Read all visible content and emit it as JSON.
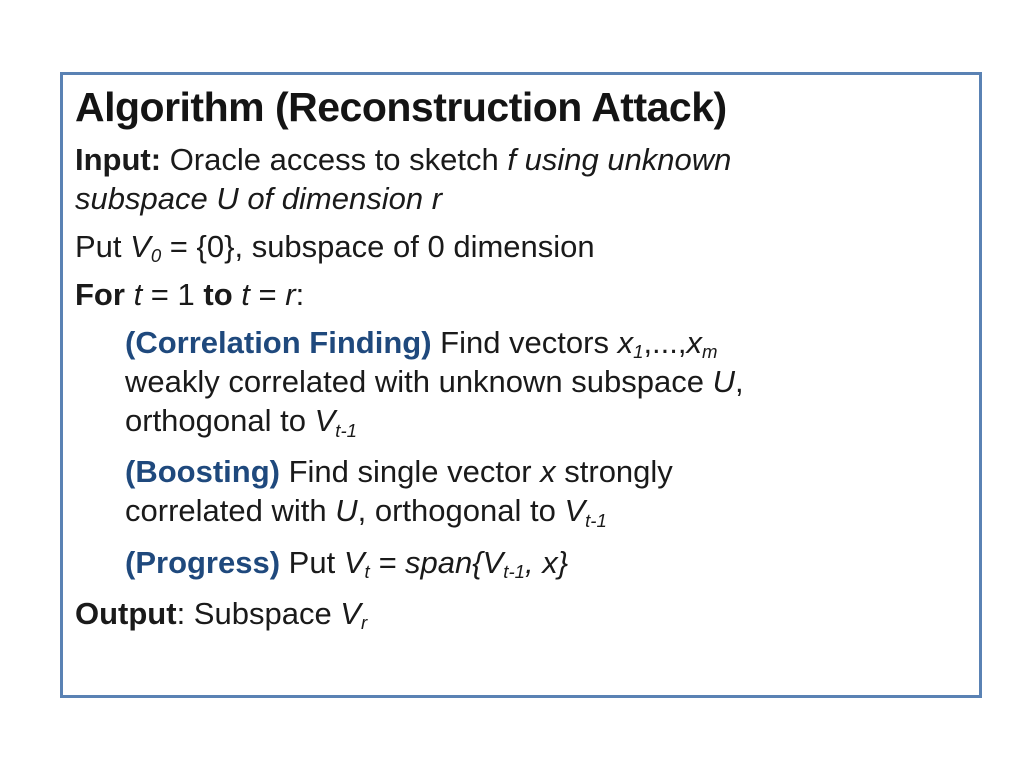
{
  "slide": {
    "colors": {
      "accent": "#1f497d",
      "border": "#5a82b4",
      "text": "#1a1a1a",
      "background": "#ffffff"
    },
    "title": "Algorithm (Reconstruction Attack)",
    "paragraphs": [
      {
        "name": "input-line",
        "indent": false,
        "segments": [
          {
            "t": "Input: ",
            "b": 1
          },
          {
            "t": "Oracle access to sketch "
          },
          {
            "t": "f using unknown",
            "i": 1
          },
          {
            "br": 1
          },
          {
            "t": "subspace U of dimension r",
            "i": 1
          }
        ]
      },
      {
        "name": "put-line",
        "indent": false,
        "segments": [
          {
            "t": "Put "
          },
          {
            "t": "V",
            "i": 1
          },
          {
            "t": "0",
            "i": 1,
            "sub": 1
          },
          {
            "t": " = {0}, subspace of 0 dimension"
          }
        ]
      },
      {
        "name": "for-line",
        "indent": false,
        "segments": [
          {
            "t": "For ",
            "b": 1
          },
          {
            "t": "t",
            "i": 1
          },
          {
            "t": " = 1 "
          },
          {
            "t": "to",
            "b": 1
          },
          {
            "t": " "
          },
          {
            "t": "t",
            "i": 1
          },
          {
            "t": " = "
          },
          {
            "t": "r",
            "i": 1
          },
          {
            "t": ":"
          }
        ]
      },
      {
        "name": "correlation-finding-step",
        "indent": true,
        "segments": [
          {
            "t": "(Correlation Finding) ",
            "b": 1,
            "c": "accent"
          },
          {
            "t": "Find vectors "
          },
          {
            "t": "x",
            "i": 1
          },
          {
            "t": "1",
            "i": 1,
            "sub": 1
          },
          {
            "t": ",...,"
          },
          {
            "t": "x",
            "i": 1
          },
          {
            "t": "m",
            "i": 1,
            "sub": 1
          },
          {
            "br": 1
          },
          {
            "t": "weakly correlated with unknown subspace "
          },
          {
            "t": "U",
            "i": 1
          },
          {
            "t": ","
          },
          {
            "br": 1
          },
          {
            "t": "orthogonal to "
          },
          {
            "t": "V",
            "i": 1
          },
          {
            "t": "t-1",
            "i": 1,
            "sub": 1
          }
        ]
      },
      {
        "name": "boosting-step",
        "indent": true,
        "segments": [
          {
            "t": "(Boosting) ",
            "b": 1,
            "c": "accent"
          },
          {
            "t": "Find single vector "
          },
          {
            "t": "x",
            "i": 1
          },
          {
            "t": " strongly"
          },
          {
            "br": 1
          },
          {
            "t": "correlated with "
          },
          {
            "t": "U",
            "i": 1
          },
          {
            "t": ", orthogonal to "
          },
          {
            "t": "V",
            "i": 1
          },
          {
            "t": "t-1",
            "i": 1,
            "sub": 1
          }
        ]
      },
      {
        "name": "progress-step",
        "indent": true,
        "segments": [
          {
            "t": "(Progress) ",
            "b": 1,
            "c": "accent"
          },
          {
            "t": "Put "
          },
          {
            "t": "V",
            "i": 1
          },
          {
            "t": "t",
            "i": 1,
            "sub": 1
          },
          {
            "t": " = span{",
            "i": 1
          },
          {
            "t": "V",
            "i": 1
          },
          {
            "t": "t-1",
            "i": 1,
            "sub": 1
          },
          {
            "t": ", x}",
            "i": 1
          }
        ]
      },
      {
        "name": "output-line",
        "indent": false,
        "segments": [
          {
            "t": "Output",
            "b": 1
          },
          {
            "t": ": Subspace "
          },
          {
            "t": "V",
            "i": 1
          },
          {
            "t": "r",
            "i": 1,
            "sub": 1
          }
        ]
      }
    ]
  }
}
